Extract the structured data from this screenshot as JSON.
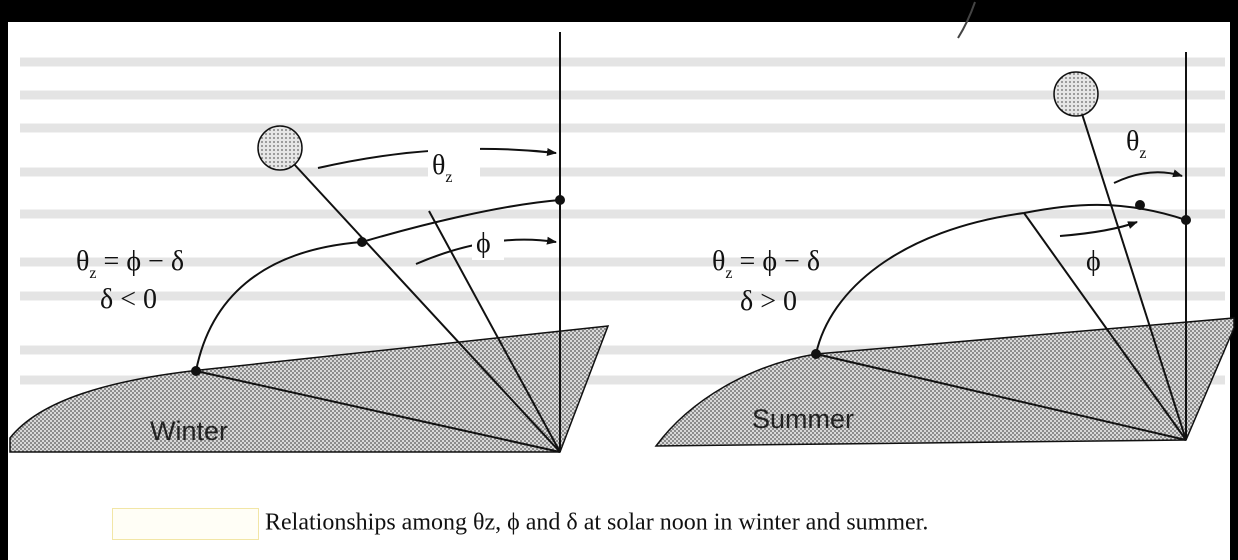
{
  "winter": {
    "label": "Winter",
    "theta_z": "θ",
    "theta_z_sub": "z",
    "phi": "ϕ",
    "equation_lhs": "θ",
    "equation_sub": "z",
    "equation_rhs": " = ϕ − δ",
    "condition": "δ < 0"
  },
  "summer": {
    "label": "Summer",
    "theta_z": "θ",
    "theta_z_sub": "z",
    "phi": "ϕ",
    "equation_lhs": "θ",
    "equation_sub": "z",
    "equation_rhs": " = ϕ − δ",
    "condition": "δ > 0"
  },
  "caption": {
    "text": "Relationships among θz,  ϕ and  δ at solar noon in winter and summer."
  },
  "colors": {
    "ground_fill": "#b8b8b8",
    "sun_fill": "#c8c8c8",
    "ink": "#111111",
    "border": "#000000"
  }
}
